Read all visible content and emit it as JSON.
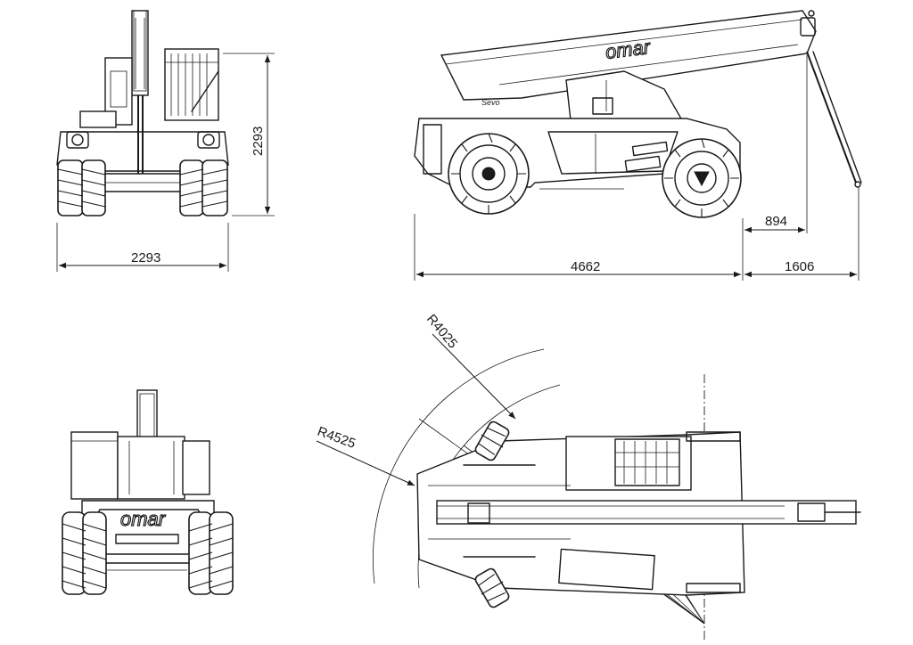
{
  "views": {
    "front": {
      "width_label": "2293",
      "height_label": "2293"
    },
    "side": {
      "wheelbase_label": "4662",
      "overhang_label": "1606",
      "boom_offset_label": "894",
      "boom_logo": "omar",
      "cab_logo": "Sevo"
    },
    "rear": {
      "logo": "omar"
    },
    "top": {
      "radius_inner_label": "R4025",
      "radius_outer_label": "R4525"
    }
  }
}
